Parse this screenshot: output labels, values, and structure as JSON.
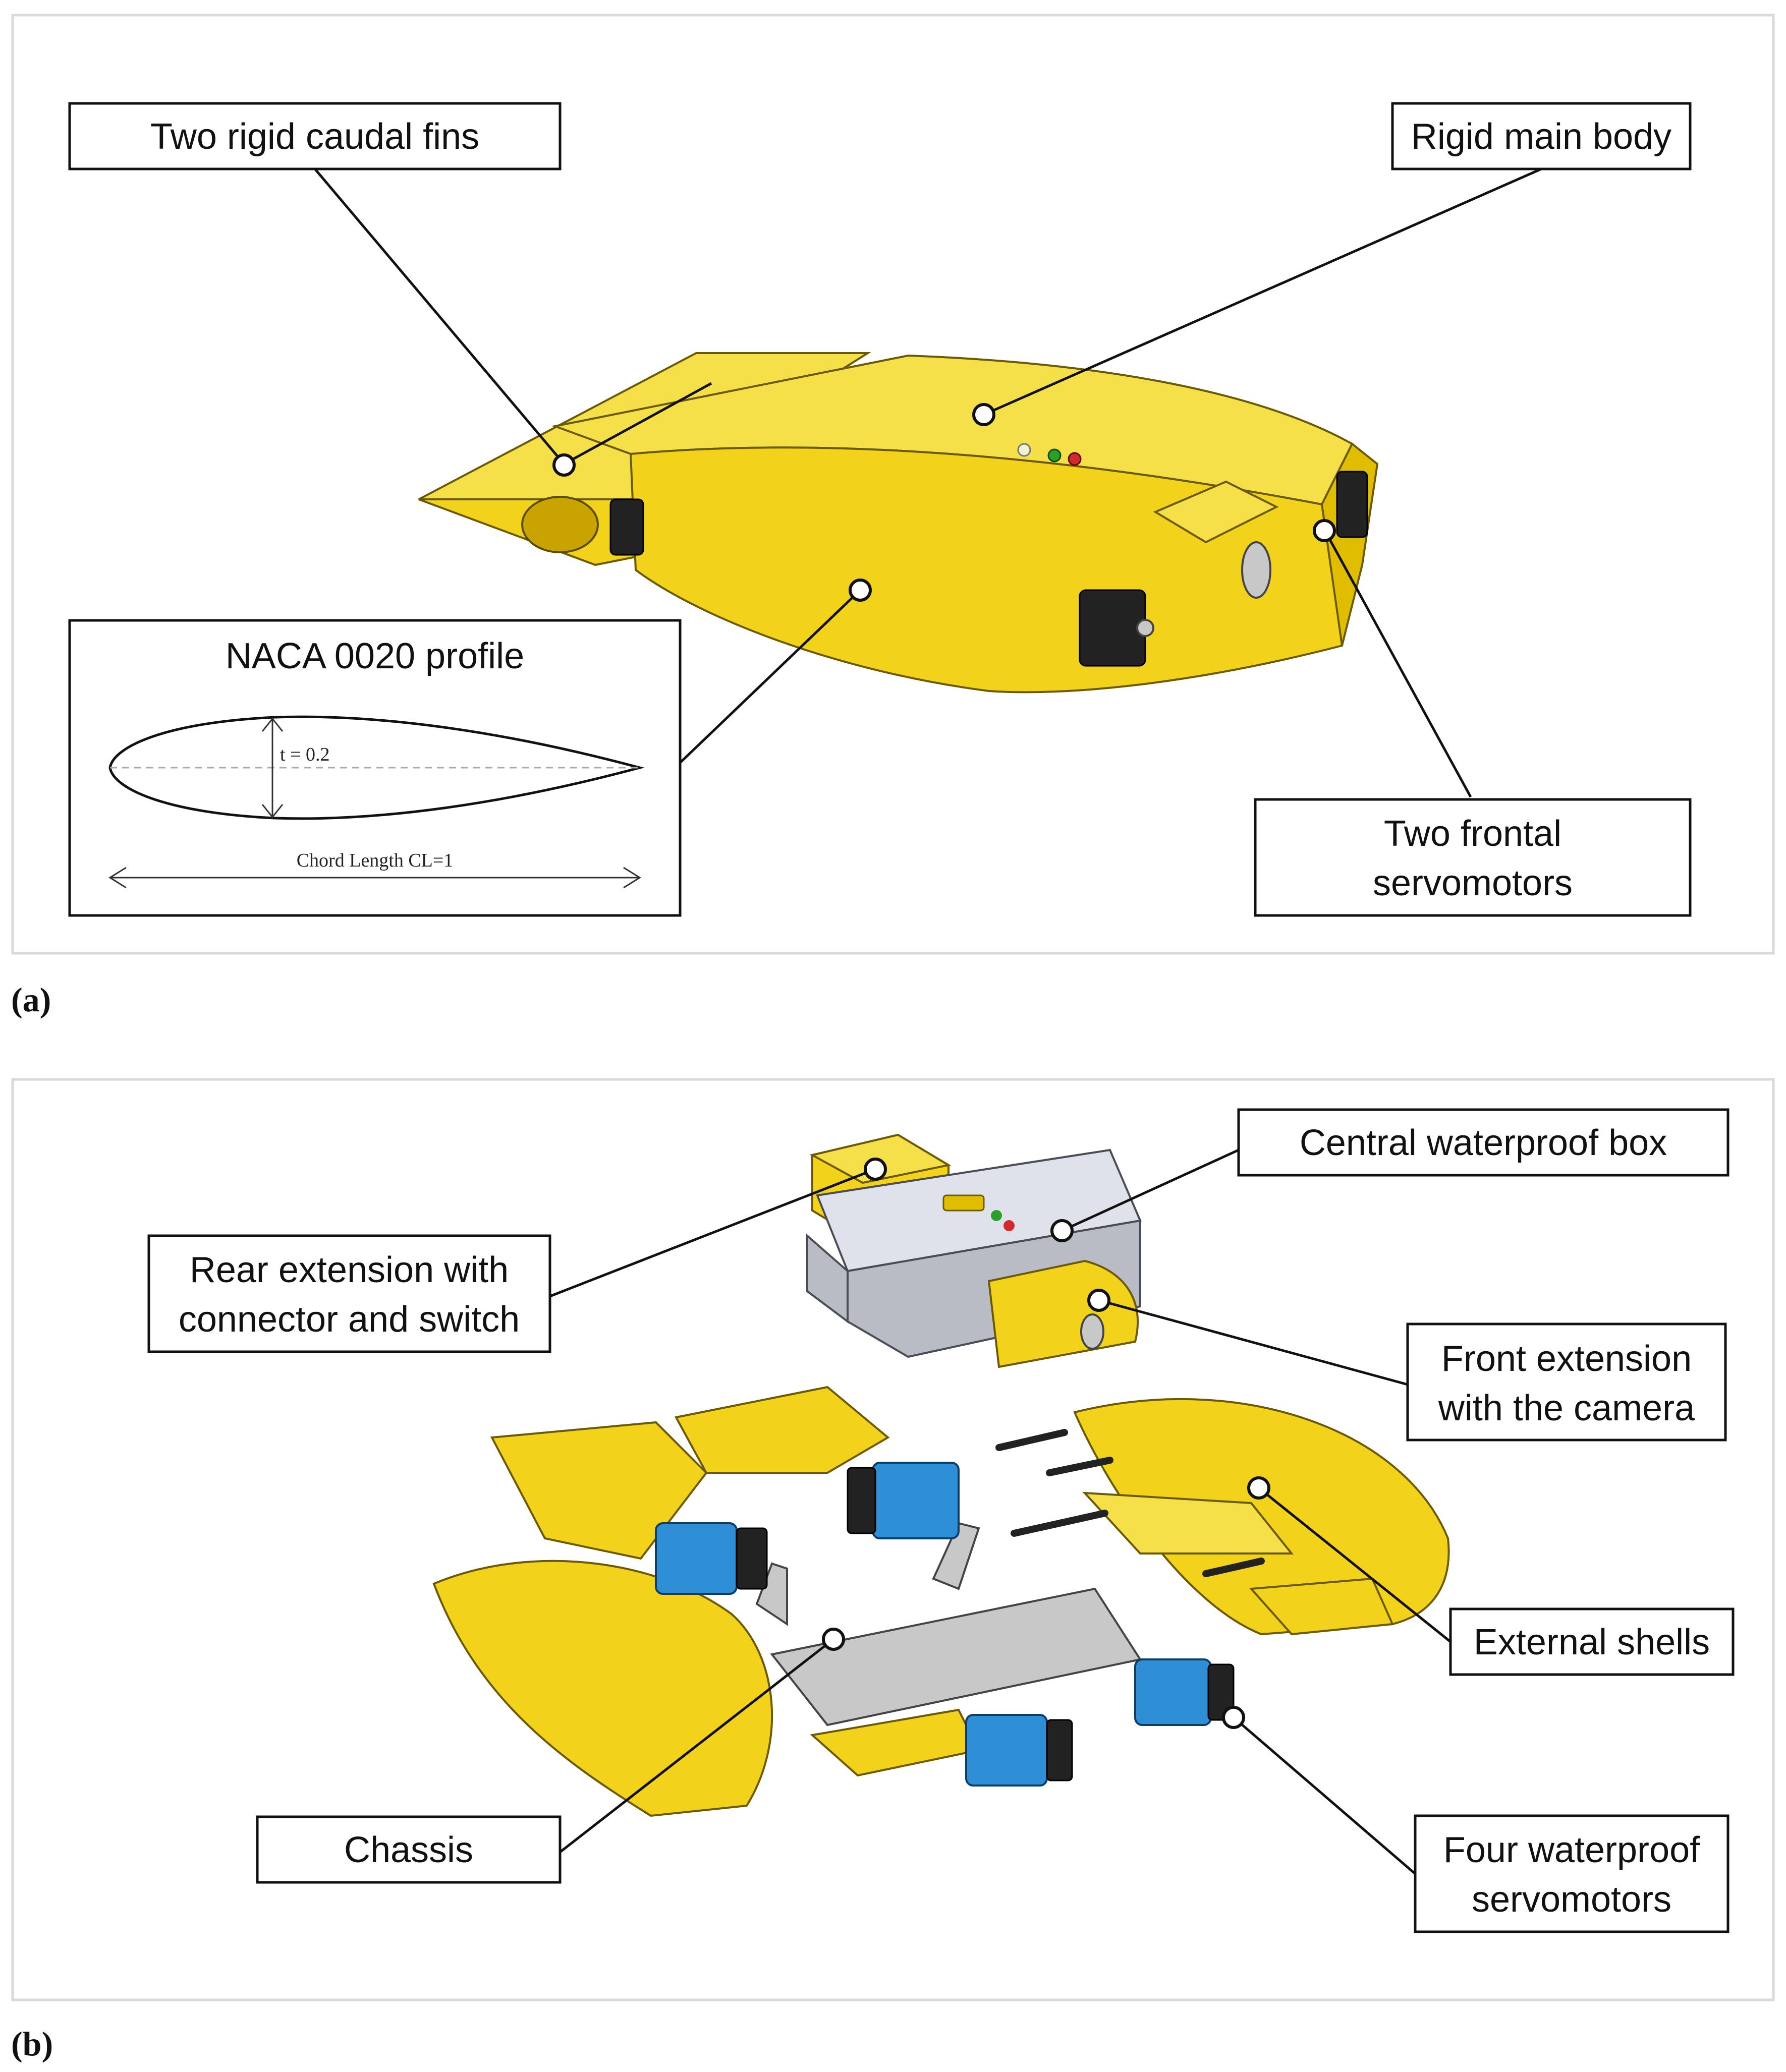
{
  "panel_a": {
    "caption": "(a)",
    "labels": {
      "fins": "Two rigid caudal fins",
      "body": "Rigid main body",
      "servos_line1": "Two frontal",
      "servos_line2": "servomotors"
    },
    "inset": {
      "title": "NACA 0020 profile",
      "thickness": "t = 0.2",
      "chord": "Chord Length CL=1"
    }
  },
  "panel_b": {
    "caption": "(b)",
    "labels": {
      "box": "Central waterproof box",
      "rear_line1": "Rear extension with",
      "rear_line2": "connector and switch",
      "front_line1": "Front extension",
      "front_line2": "with the camera",
      "shells": "External shells",
      "chassis": "Chassis",
      "servos_line1": "Four waterproof",
      "servos_line2": "servomotors"
    }
  },
  "colors": {
    "shell_yellow": "#f2d21a",
    "servo_blue": "#2f8fd6",
    "box_grey": "#b9bcc4"
  }
}
